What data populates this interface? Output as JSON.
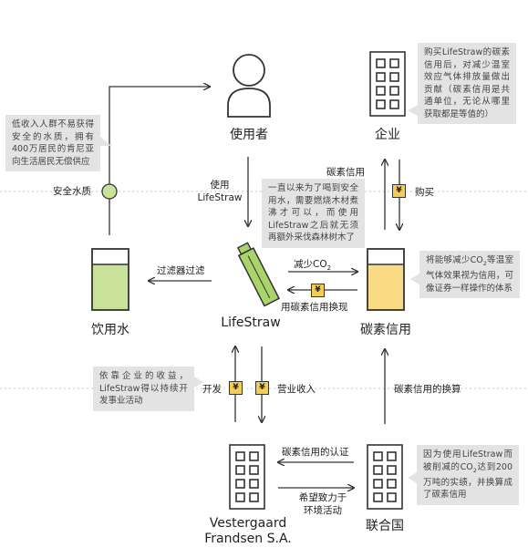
{
  "nodes": {
    "user": "使用者",
    "company": "企业",
    "drinking_water": "饮用水",
    "lifestraw": "LifeStraw",
    "carbon_credit": "碳素信用",
    "vf_line1": "Vestergaard",
    "vf_line2": "Frandsen S.A.",
    "un": "联合国"
  },
  "edges": {
    "safe_water": "安全水质",
    "use_line1": "使用",
    "use_line2": "LifeStraw",
    "filter_water": "过滤器过滤",
    "reduce_co2": "减少CO",
    "reduce_co2_sub": "2",
    "credit_exchange": "用碳素信用换现",
    "carbon_credit_edge": "碳素信用",
    "purchase": "购买",
    "develop": "开发",
    "revenue": "营业收入",
    "credit_conversion": "碳素信用的换算",
    "credit_certification": "碳素信用的认证",
    "hope_line1": "希望致力于",
    "hope_line2": "环境活动"
  },
  "notes": {
    "low_income": "低收入人群不易获得安全的水质，拥有400万居民的肯尼亚向生活居民无偿供应",
    "company_note": "购买LifeStraw的碳素信用后，对减少温室效应气体排放量做出贡献（碳素信用是共通单位，无论从哪里获取都是等值的）",
    "boil_note": "一直以来为了喝到安全用水，需要燃烧木材煮沸才可以，而使用LifeStraw之后就无须再额外采伐森林树木了",
    "co2_note_pre": "将能够减少CO",
    "co2_note_sub": "2",
    "co2_note_post": "等温室气体效果视为信用，可像证券一样操作的体系",
    "revenue_note": "依靠企业的收益，LifeStraw得以持续开发事业活动",
    "un_note_pre": "因为使用LifeStraw而被削减的CO",
    "un_note_sub": "2",
    "un_note_post": "达到200万吨的实绩，并换算成了碳素信用"
  },
  "symbols": {
    "yen": "¥"
  },
  "colors": {
    "water_fill": "#c9e29a",
    "credit_fill": "#f9db86",
    "straw_green": "#a9d36b",
    "yen_fill": "#f4cd52",
    "note_bg": "#e3e3e3"
  }
}
